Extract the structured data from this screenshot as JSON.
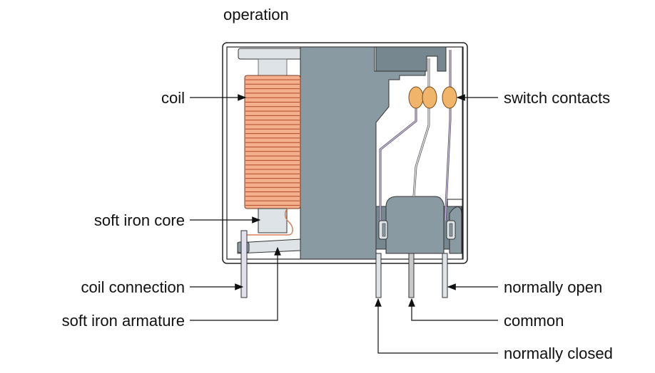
{
  "title": "operation",
  "labels": {
    "coil": "coil",
    "soft_iron_core": "soft iron core",
    "coil_connection": "coil connection",
    "soft_iron_armature": "soft iron armature",
    "switch_contacts": "switch contacts",
    "normally_open": "normally open",
    "common": "common",
    "normally_closed": "normally closed"
  },
  "colors": {
    "coil": "#f4b08c",
    "coil_lines": "#b04a2a",
    "frame": "#8a9aa2",
    "frame_dark": "#76878f",
    "light_part": "#dde3e6",
    "contact": "#f0b56a",
    "spring": "#c8b4e0"
  }
}
